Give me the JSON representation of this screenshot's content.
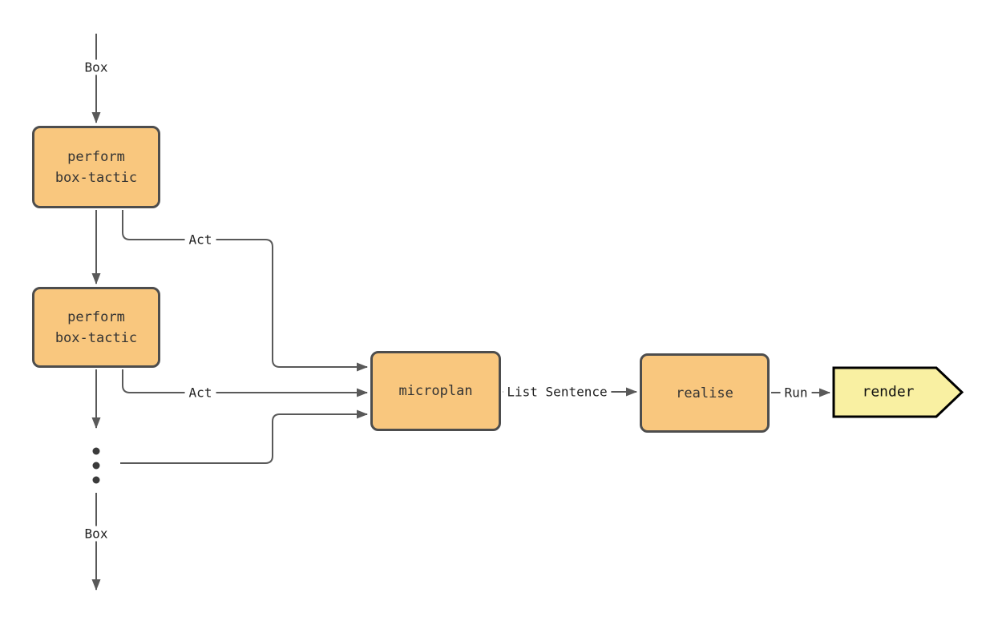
{
  "diagram": {
    "type": "flowchart",
    "nodes": {
      "box_tactic_1": {
        "label": "perform\nbox-tactic",
        "shape": "rounded-rectangle"
      },
      "box_tactic_2": {
        "label": "perform\nbox-tactic",
        "shape": "rounded-rectangle"
      },
      "microplan": {
        "label": "microplan",
        "shape": "rounded-rectangle"
      },
      "realise": {
        "label": "realise",
        "shape": "rounded-rectangle"
      },
      "render": {
        "label": "render",
        "shape": "arrow-pentagon"
      }
    },
    "edge_labels": {
      "box_in": "Box",
      "act_1": "Act",
      "act_2": "Act",
      "box_out": "Box",
      "list_sentence": "List Sentence",
      "run": "Run"
    },
    "edges": [
      {
        "from": "start",
        "to": "box_tactic_1",
        "label": "Box"
      },
      {
        "from": "box_tactic_1",
        "to": "box_tactic_2",
        "label": ""
      },
      {
        "from": "box_tactic_1",
        "to": "microplan",
        "label": "Act"
      },
      {
        "from": "box_tactic_2",
        "to": "ellipsis",
        "label": ""
      },
      {
        "from": "box_tactic_2",
        "to": "microplan",
        "label": "Act"
      },
      {
        "from": "ellipsis",
        "to": "microplan",
        "label": ""
      },
      {
        "from": "ellipsis",
        "to": "end",
        "label": "Box"
      },
      {
        "from": "microplan",
        "to": "realise",
        "label": "List Sentence"
      },
      {
        "from": "realise",
        "to": "render",
        "label": "Run"
      }
    ],
    "colors": {
      "node_fill": "#F9C77E",
      "node_border": "#4D4D4D",
      "render_fill": "#F9F0A2",
      "render_border": "#000000",
      "connector": "#595959",
      "text": "#333333",
      "background": "#FFFFFF"
    }
  }
}
